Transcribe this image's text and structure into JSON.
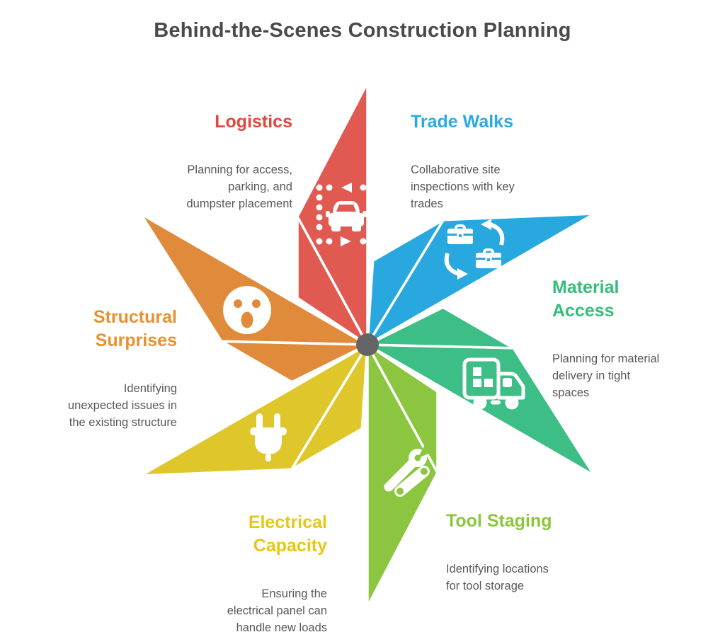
{
  "title": {
    "text": "Behind-the-Scenes Construction Planning",
    "color": "#4A4A4C"
  },
  "body_text_color": "#58585B",
  "hub_color": "#646464",
  "segments": [
    {
      "name": "Logistics",
      "heading_lines": [
        "Logistics"
      ],
      "heading_color": "#E0473C",
      "color": "#E05A51",
      "icon": "car-parking-icon",
      "description_lines": [
        "Planning for access,",
        "parking, and",
        "dumpster placement"
      ]
    },
    {
      "name": "Trade Walks",
      "heading_lines": [
        "Trade Walks"
      ],
      "heading_color": "#29ABE2",
      "color": "#29A8DF",
      "icon": "toolbox-swap-icon",
      "description_lines": [
        "Collaborative site",
        "inspections with key",
        "trades"
      ]
    },
    {
      "name": "Material Access",
      "heading_lines": [
        "Material",
        "Access"
      ],
      "heading_color": "#33BE7A",
      "color": "#3DBE86",
      "icon": "delivery-truck-icon",
      "description_lines": [
        "Planning for material",
        "delivery in tight",
        "spaces"
      ]
    },
    {
      "name": "Tool Staging",
      "heading_lines": [
        "Tool Staging"
      ],
      "heading_color": "#8CC63F",
      "color": "#8CC540",
      "icon": "tools-icon",
      "description_lines": [
        "Identifying locations",
        "for tool storage"
      ]
    },
    {
      "name": "Electrical Capacity",
      "heading_lines": [
        "Electrical",
        "Capacity"
      ],
      "heading_color": "#E7C714",
      "color": "#DFC62B",
      "icon": "plug-icon",
      "description_lines": [
        "Ensuring the",
        "electrical panel can",
        "handle new loads"
      ]
    },
    {
      "name": "Structural Surprises",
      "heading_lines": [
        "Structural",
        "Surprises"
      ],
      "heading_color": "#E8912E",
      "color": "#E08B3B",
      "icon": "surprised-face-icon",
      "description_lines": [
        "Identifying",
        "unexpected issues in",
        "the existing structure"
      ]
    }
  ]
}
